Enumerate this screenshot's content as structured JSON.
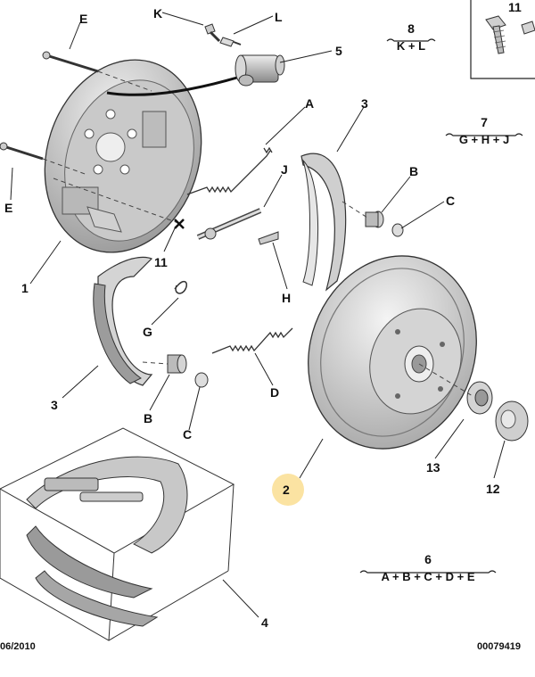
{
  "callouts": {
    "E_top": "E",
    "E_left": "E",
    "K": "K",
    "L": "L",
    "p5": "5",
    "A": "A",
    "p3_top": "3",
    "B_right": "B",
    "C_right": "C",
    "J": "J",
    "p1": "1",
    "p11": "11",
    "H": "H",
    "G": "G",
    "D": "D",
    "p3_left": "3",
    "B_low": "B",
    "C_low": "C",
    "p13": "13",
    "p12": "12",
    "p2": "2",
    "p4": "4",
    "p11_box": "11"
  },
  "kits": [
    {
      "number": "8",
      "formula": "K + L"
    },
    {
      "number": "7",
      "formula": "G + H + J"
    },
    {
      "number": "6",
      "formula": "A + B + C + D + E"
    }
  ],
  "footer": {
    "date": "06/2010",
    "reference": "00079419"
  },
  "colors": {
    "highlight": "#fbe3a2",
    "part_fill": "#d9d9d9",
    "line": "#222222"
  }
}
